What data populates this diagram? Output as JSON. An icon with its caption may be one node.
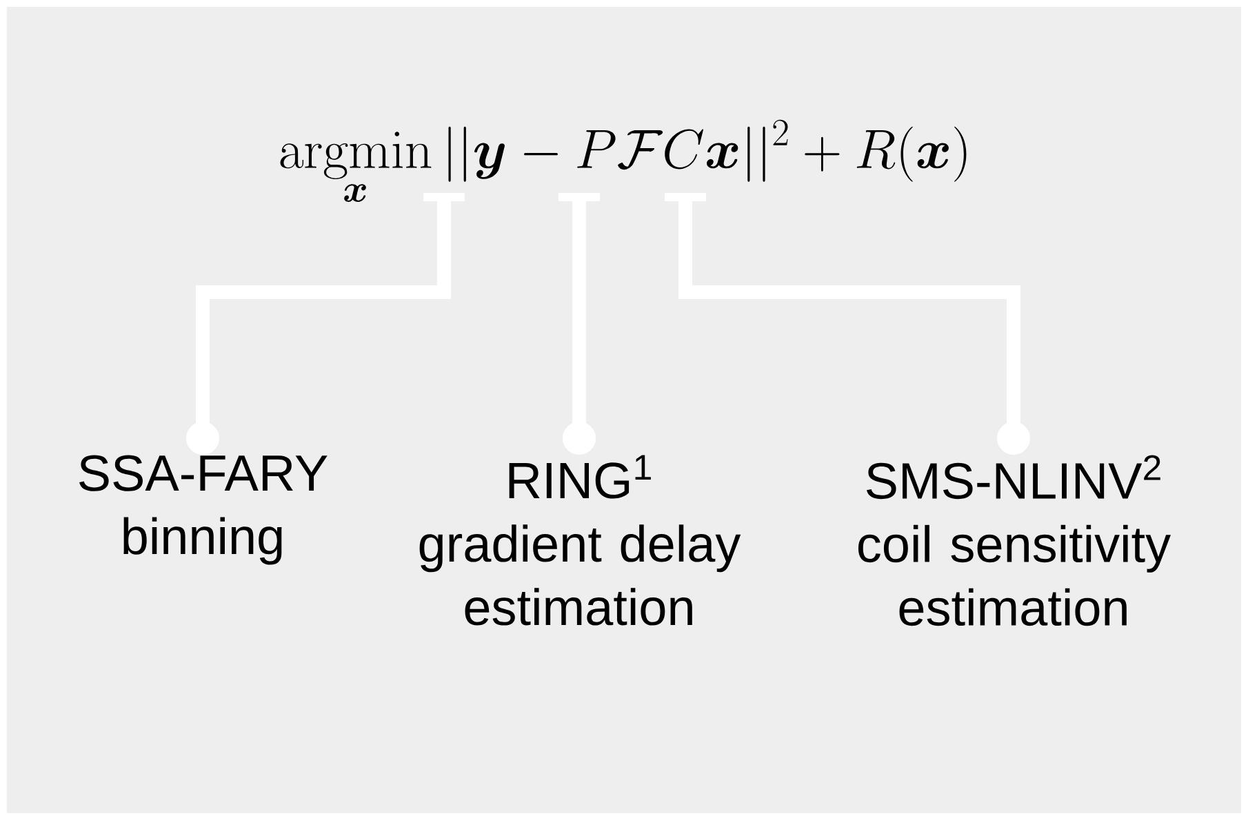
{
  "diagram": {
    "nodes": [
      {
        "text": [
          "\\operatorname*{argmin}_{\\boldsymbol{x}} ||\\boldsymbol{y} - P\\mathcal{F}C\\boldsymbol{x}||^2 + R(\\boldsymbol{x})"
        ]
      },
      {
        "text": [
          "SSA-FARY",
          "binning"
        ]
      },
      {
        "text": [
          "RING$^{1}$",
          "gradient delay estimation"
        ]
      },
      {
        "text": [
          "SMS-NLINV$^{2}$",
          "coil sensitivity estimation"
        ]
      }
    ],
    "edges": [
      {
        "from": 0,
        "to": 1,
        "arrow": "other"
      },
      {
        "from": 0,
        "to": 2,
        "arrow": "other"
      },
      {
        "from": 0,
        "to": 3,
        "arrow": "other"
      }
    ]
  }
}
